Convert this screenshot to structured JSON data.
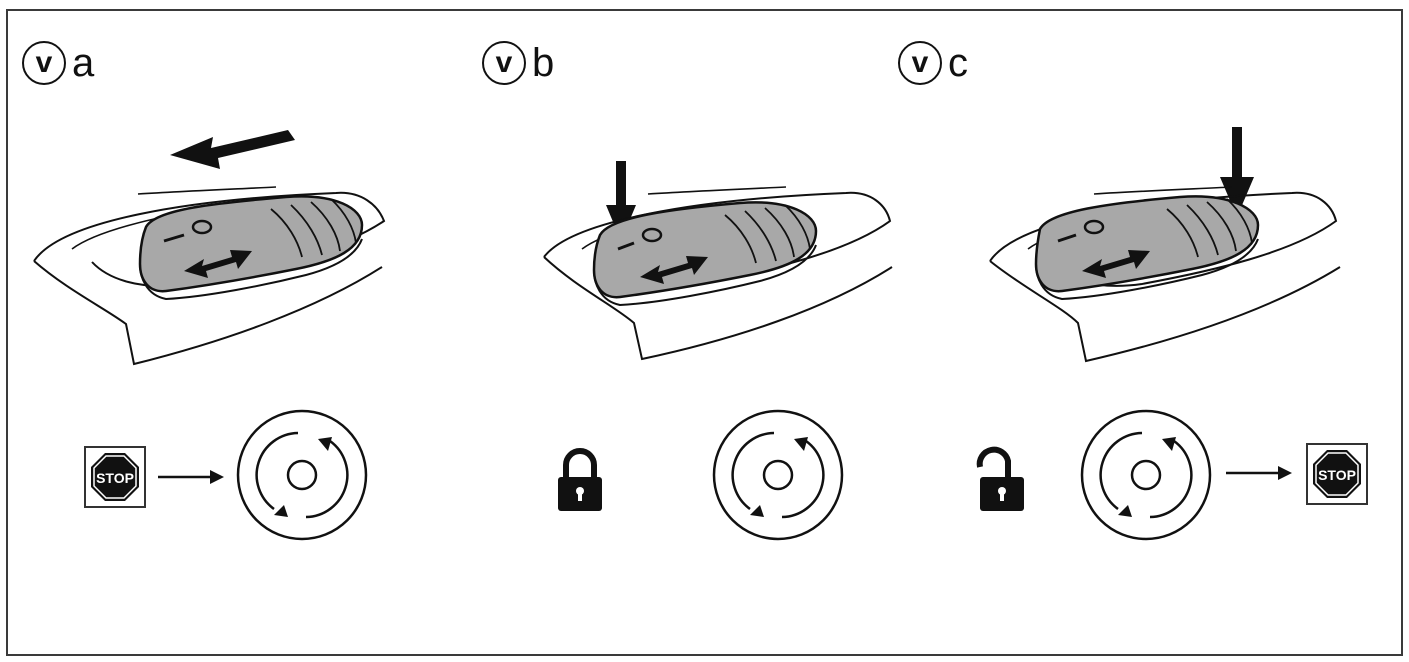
{
  "panels": [
    {
      "id": "a",
      "mode_symbol": "v",
      "label": "a",
      "action": "slide-left",
      "status": "stop-to-rotation"
    },
    {
      "id": "b",
      "mode_symbol": "v",
      "label": "b",
      "action": "press-down-rear",
      "status": "locked-rotation"
    },
    {
      "id": "c",
      "mode_symbol": "v",
      "label": "c",
      "action": "press-down-front",
      "status": "unlocked-rotation-to-stop"
    }
  ],
  "stop_sign_text": "STOP",
  "switch_marking": "— O",
  "colors": {
    "switch_fill": "#a8a8a8",
    "outline": "#111111",
    "background": "#ffffff"
  },
  "icons": [
    "v-mode-icon",
    "slide-arrow-icon",
    "press-arrow-icon",
    "stop-sign-icon",
    "padlock-locked-icon",
    "padlock-unlocked-icon",
    "rotation-dial-icon"
  ]
}
